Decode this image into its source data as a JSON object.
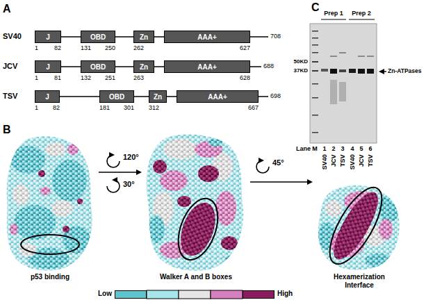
{
  "diagram": {
    "nodes": [
      {
        "text": [
          "J"
        ]
      },
      {
        "text": [
          "OBD"
        ]
      },
      {
        "text": [
          "Zn"
        ]
      },
      {
        "text": [
          "AAA+"
        ]
      },
      {
        "text": [
          "J"
        ]
      },
      {
        "text": [
          "OBD"
        ]
      },
      {
        "text": [
          "Zn"
        ]
      },
      {
        "text": [
          "AAA+"
        ]
      },
      {
        "text": [
          "J"
        ]
      },
      {
        "text": [
          "OBD"
        ]
      },
      {
        "text": [
          "Zn"
        ]
      },
      {
        "text": [
          "AAA+"
        ]
      }
    ],
    "edges": [
      {
        "from": 0,
        "to": 1,
        "arrow": "none"
      },
      {
        "from": 1,
        "to": 2,
        "arrow": "none"
      },
      {
        "from": 2,
        "to": 3,
        "arrow": "none"
      },
      {
        "from": 4,
        "to": 5,
        "arrow": "none"
      },
      {
        "from": 5,
        "to": 6,
        "arrow": "none"
      },
      {
        "from": 6,
        "to": 7,
        "arrow": "none"
      },
      {
        "from": 8,
        "to": 9,
        "arrow": "none"
      },
      {
        "from": 9,
        "to": 10,
        "arrow": "none"
      },
      {
        "from": 10,
        "to": 11,
        "arrow": "none"
      }
    ],
    "labels": [
      "A",
      "SV40",
      "1",
      "82",
      "131",
      "250",
      "262",
      "627",
      "708",
      "JCV",
      "1",
      "81",
      "132",
      "251",
      "263",
      "628",
      "688",
      "TSV",
      "1",
      "82",
      "181",
      "301",
      "312",
      "667",
      "698",
      "B",
      "120°",
      "30°",
      "45°",
      "p53 binding",
      "Walker A and B boxes",
      "Hexamerization Interface",
      "C",
      "Prep 1",
      "Prep 2",
      "50KD",
      "37KD",
      "Zn-ATPases",
      "Lane",
      "M",
      "1",
      "2",
      "3",
      "4",
      "5",
      "6",
      "SV40",
      "JCV",
      "TSV",
      "SV40",
      "JCV",
      "TSV"
    ],
    "legend": [
      {
        "text": "Low",
        "color": "#5cc5cf"
      },
      {
        "text": "High",
        "color": "#8b1a5e"
      }
    ]
  }
}
